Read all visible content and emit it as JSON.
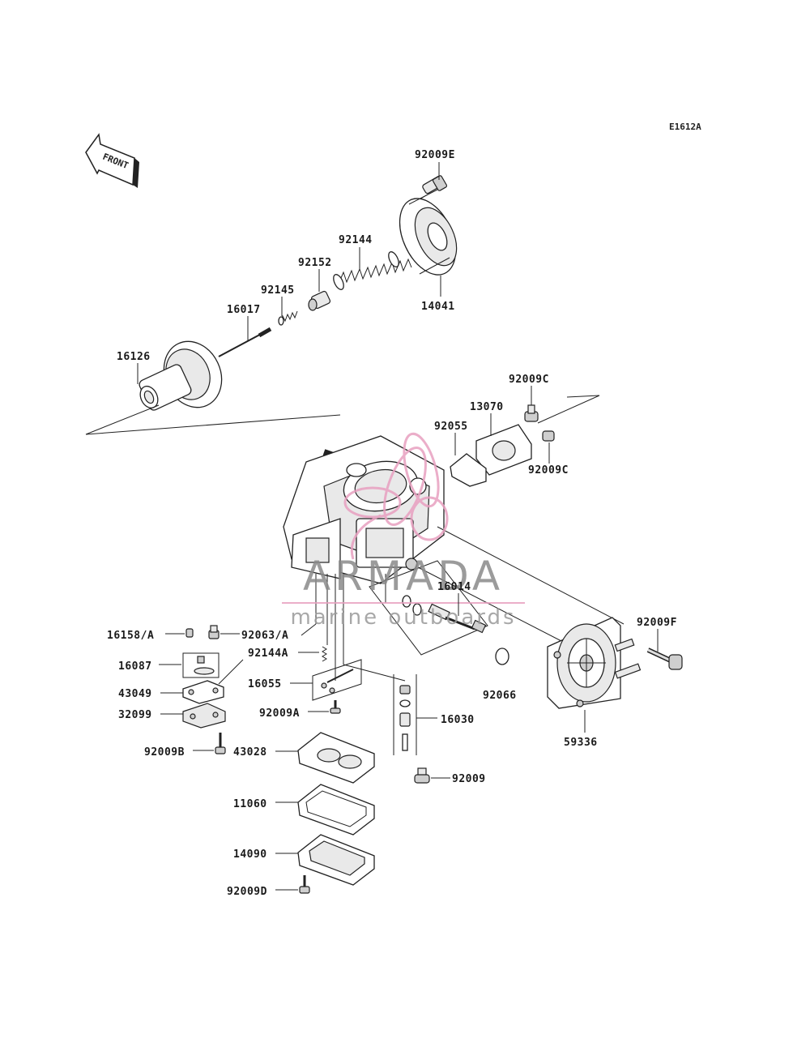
{
  "diagram_code": "E1612A",
  "front_label": "FRONT",
  "watermark": {
    "brand": "ARMADA",
    "tagline": "marine outboards",
    "accent": "#e8a0c0"
  },
  "parts": {
    "p92009E": "92009E",
    "p92144": "92144",
    "p92152": "92152",
    "p92145": "92145",
    "p16017": "16017",
    "p14041": "14041",
    "p16126": "16126",
    "p92009C_top": "92009C",
    "p13070": "13070",
    "p92055": "92055",
    "p92009C_bot": "92009C",
    "p16014": "16014",
    "p92009F": "92009F",
    "p16158A": "16158/A",
    "p92063A": "92063/A",
    "p92144A": "92144A",
    "p16087": "16087",
    "p16055": "16055",
    "p43049": "43049",
    "p92066": "92066",
    "p32099": "32099",
    "p92009A": "92009A",
    "p16030": "16030",
    "p59336": "59336",
    "p92009B": "92009B",
    "p43028": "43028",
    "p92009": "92009",
    "p11060": "11060",
    "p14090": "14090",
    "p92009D": "92009D"
  }
}
